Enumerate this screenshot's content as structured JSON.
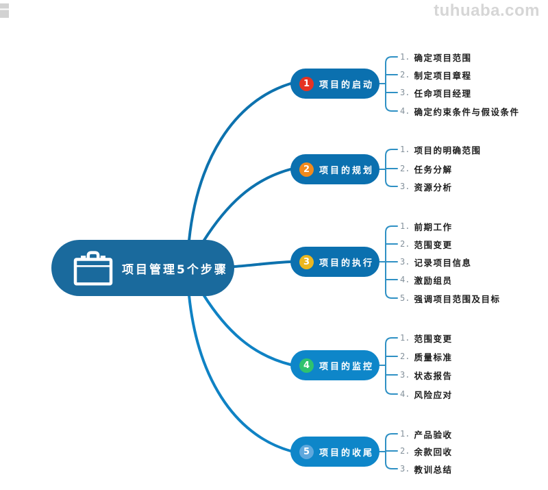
{
  "watermark": "tuhuaba.com",
  "root": {
    "label": "项目管理5个步骤",
    "icon": "briefcase-icon"
  },
  "colors": {
    "root_node": "#1a6a9d",
    "branch_node_upper": "#0b70af",
    "branch_node_lower": "#0e86c9",
    "connector_upper": "#0d72ae",
    "connector_lower": "#0f82c4",
    "connector_sub": "#2e90c4",
    "badge_1": "#e53222",
    "badge_2": "#f18a1d",
    "badge_3": "#ecb71f",
    "badge_4": "#2fc26e",
    "badge_5": "#5fa8dd",
    "watermark": "#d6d6d6"
  },
  "branches": [
    {
      "number": "1",
      "label": "项目的启动",
      "children": [
        {
          "num": "1.",
          "text": "确定项目范围"
        },
        {
          "num": "2.",
          "text": "制定项目章程"
        },
        {
          "num": "3.",
          "text": "任命项目经理"
        },
        {
          "num": "4.",
          "text": "确定约束条件与假设条件"
        }
      ]
    },
    {
      "number": "2",
      "label": "项目的规划",
      "children": [
        {
          "num": "1.",
          "text": "项目的明确范围"
        },
        {
          "num": "2.",
          "text": "任务分解"
        },
        {
          "num": "3.",
          "text": "资源分析"
        }
      ]
    },
    {
      "number": "3",
      "label": "项目的执行",
      "children": [
        {
          "num": "1.",
          "text": "前期工作"
        },
        {
          "num": "2.",
          "text": "范围变更"
        },
        {
          "num": "3.",
          "text": "记录项目信息"
        },
        {
          "num": "4.",
          "text": "激励组员"
        },
        {
          "num": "5.",
          "text": "强调项目范围及目标"
        }
      ]
    },
    {
      "number": "4",
      "label": "项目的监控",
      "children": [
        {
          "num": "1.",
          "text": "范围变更"
        },
        {
          "num": "2.",
          "text": "质量标准"
        },
        {
          "num": "3.",
          "text": "状态报告"
        },
        {
          "num": "4.",
          "text": "风险应对"
        }
      ]
    },
    {
      "number": "5",
      "label": "项目的收尾",
      "children": [
        {
          "num": "1.",
          "text": "产品验收"
        },
        {
          "num": "2.",
          "text": "余款回收"
        },
        {
          "num": "3.",
          "text": "教训总结"
        }
      ]
    }
  ]
}
